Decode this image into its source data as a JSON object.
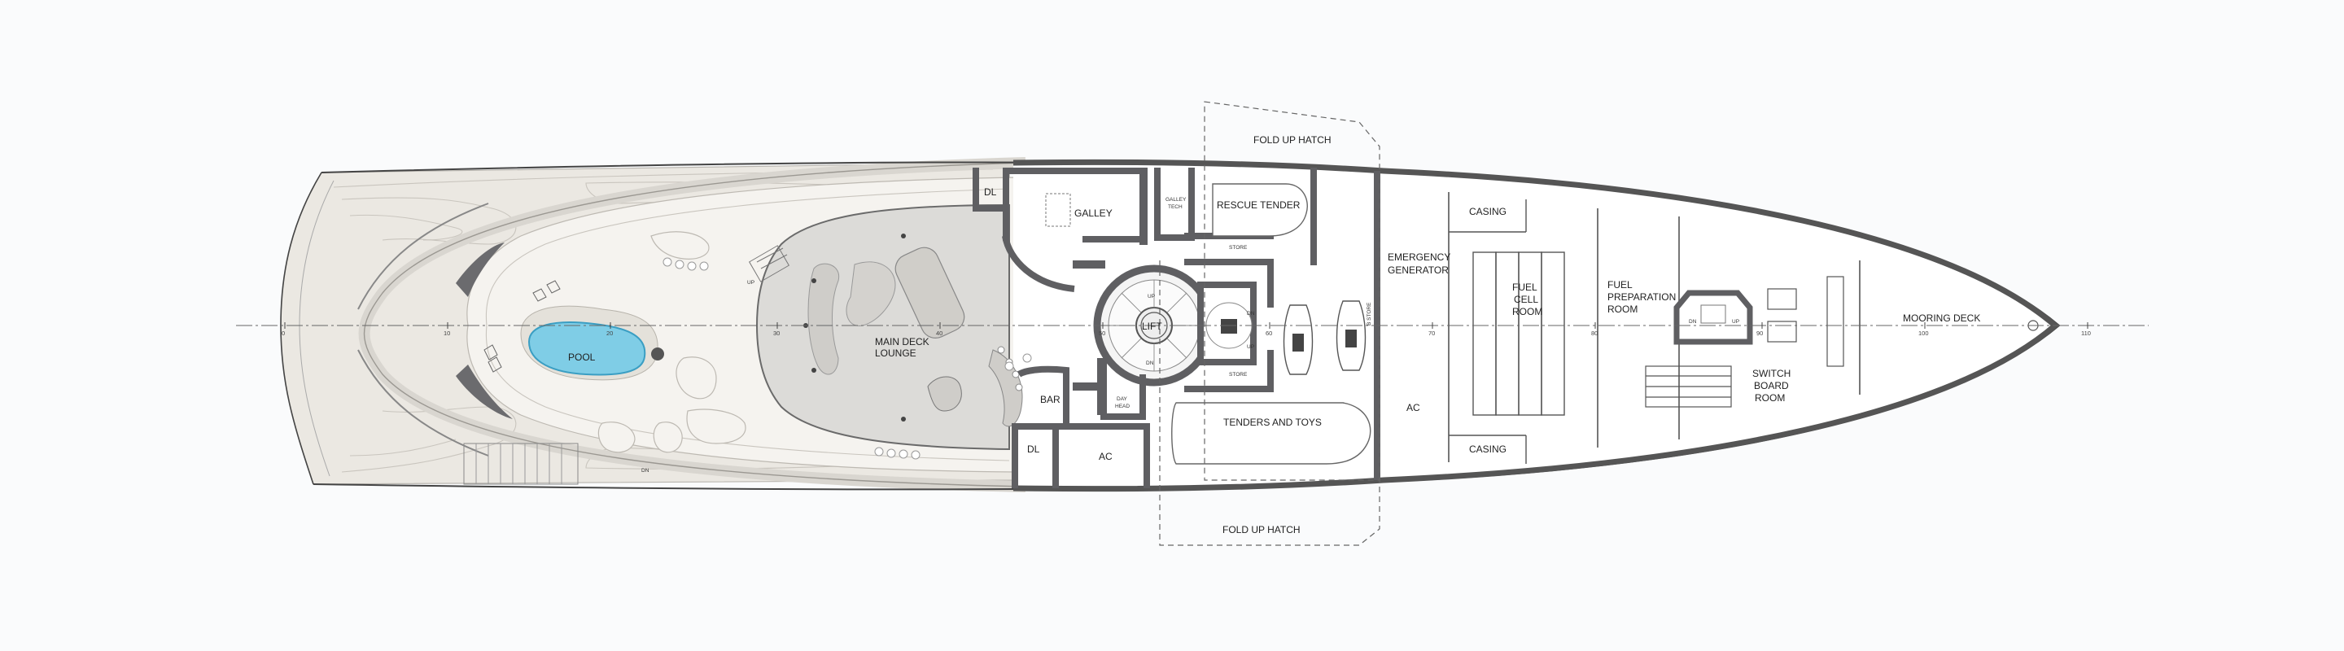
{
  "colors": {
    "background": "#fafbfc",
    "hull_wall": "#5f5f62",
    "deck_sand": "#ebe8e2",
    "lounge_floor": "#dcdbd8",
    "pool_water": "#7fcde6"
  },
  "hatch_top": "FOLD UP HATCH",
  "hatch_bottom": "FOLD UP HATCH",
  "rooms": {
    "dl_upper": "DL",
    "galley": "GALLEY",
    "galley_tech_1": "GALLEY",
    "galley_tech_2": "TECH",
    "rescue_tender": "RESCUE TENDER",
    "store_upper": "STORE",
    "casing_upper": "CASING",
    "emergency_generator_1": "EMERGENCY",
    "emergency_generator_2": "GENERATOR",
    "fuel_cell_1": "FUEL",
    "fuel_cell_2": "CELL",
    "fuel_cell_3": "ROOM",
    "fuel_prep_1": "FUEL",
    "fuel_prep_2": "PREPARATION",
    "fuel_prep_3": "ROOM",
    "mooring_deck": "MOORING DECK",
    "switch_board_1": "SWITCH",
    "switch_board_2": "BOARD",
    "switch_board_3": "ROOM",
    "casing_lower": "CASING",
    "ac_center": "AC",
    "tenders_toys": "TENDERS AND TOYS",
    "store_lower": "STORE",
    "lift": "LIFT",
    "day_head_1": "DAY",
    "day_head_2": "HEAD",
    "bar": "BAR",
    "dl_lower": "DL",
    "ac_lower": "AC",
    "main_deck_lounge_1": "MAIN DECK",
    "main_deck_lounge_2": "LOUNGE",
    "pool": "POOL",
    "b_store": "B STORE"
  },
  "stairs": {
    "up_left": "UP",
    "dn_left": "DN",
    "up_lift": "UP",
    "dn_lift": "DN",
    "dn_stair": "DN",
    "up_stair": "UP",
    "dn_fwd": "DN",
    "up_fwd": "UP"
  },
  "frame_ticks": [
    "0",
    "10",
    "20",
    "30",
    "40",
    "50",
    "60",
    "70",
    "80",
    "90",
    "100",
    "110"
  ]
}
